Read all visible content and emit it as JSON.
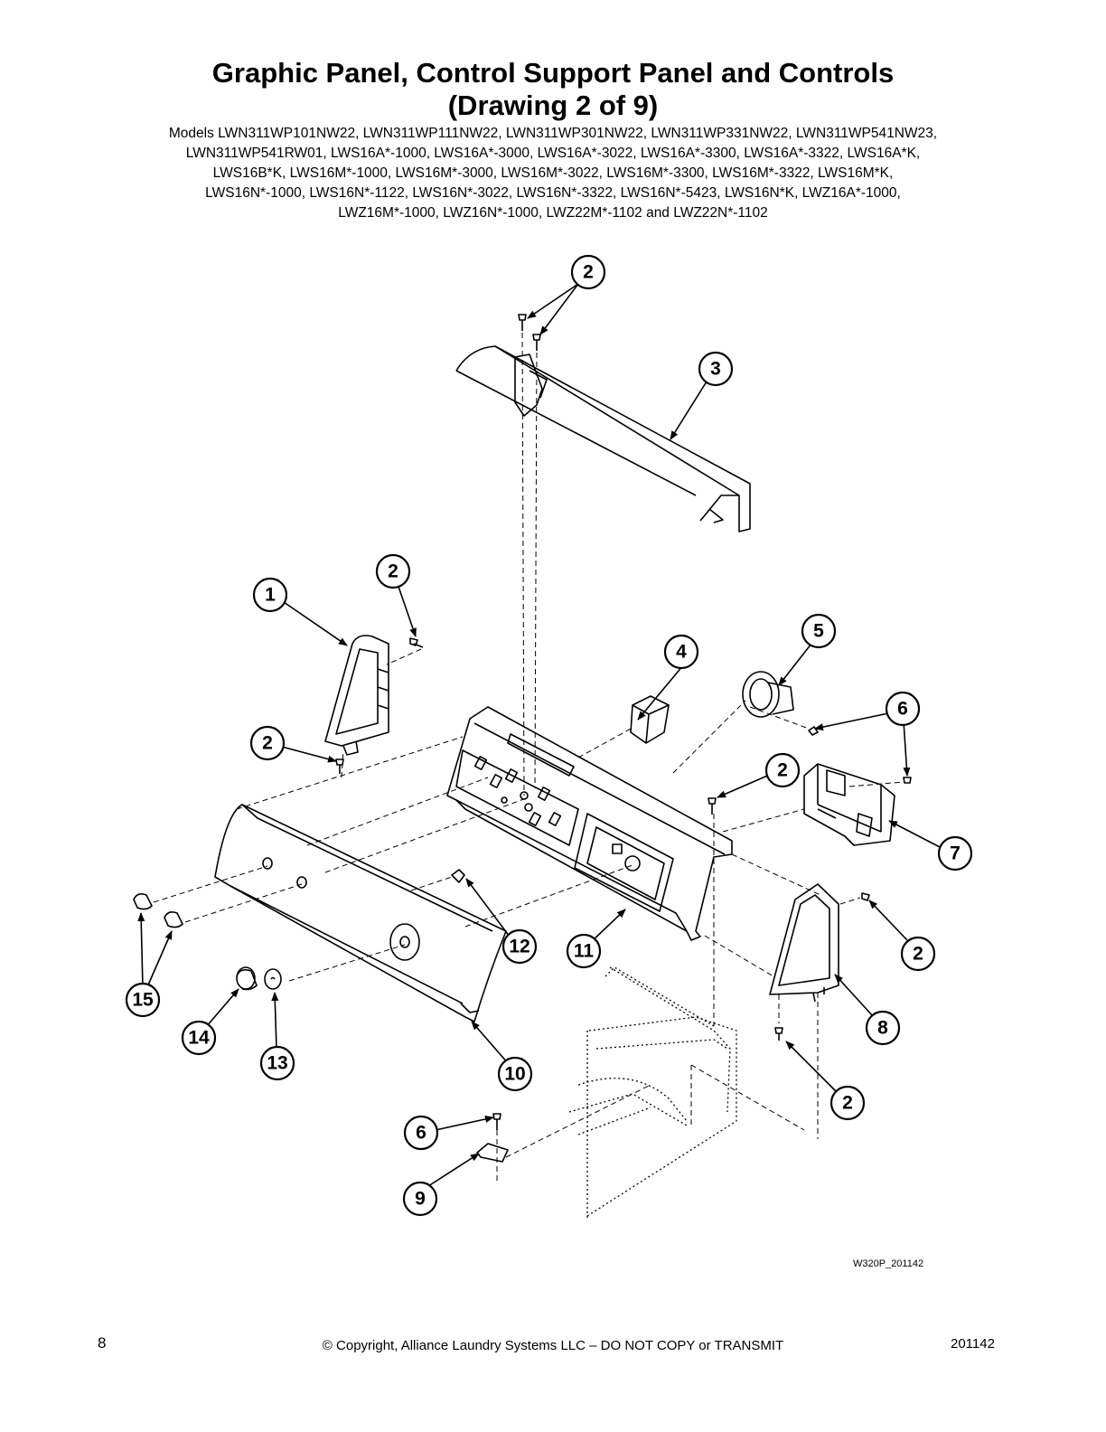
{
  "title_line1": "Graphic Panel, Control Support Panel and Controls",
  "title_line2": "(Drawing 2 of 9)",
  "models": [
    "Models LWN311WP101NW22, LWN311WP111NW22, LWN311WP301NW22, LWN311WP331NW22, LWN311WP541NW23,",
    "LWN311WP541RW01, LWS16A*-1000, LWS16A*-3000, LWS16A*-3022, LWS16A*-3300, LWS16A*-3322, LWS16A*K,",
    "LWS16B*K, LWS16M*-1000, LWS16M*-3000, LWS16M*-3022, LWS16M*-3300, LWS16M*-3322, LWS16M*K,",
    "LWS16N*-1000, LWS16N*-1122, LWS16N*-3022, LWS16N*-3322, LWS16N*-5423, LWS16N*K, LWZ16A*-1000,",
    "LWZ16M*-1000, LWZ16N*-1000, LWZ22M*-1102 and LWZ22N*-1102"
  ],
  "callouts": [
    "2",
    "3",
    "1",
    "2",
    "2",
    "4",
    "5",
    "6",
    "2",
    "7",
    "12",
    "11",
    "2",
    "15",
    "14",
    "13",
    "10",
    "8",
    "2",
    "6",
    "9"
  ],
  "drawing_id": "W320P_201142",
  "page_number": "8",
  "copyright": "© Copyright, Alliance Laundry Systems LLC – DO NOT COPY or TRANSMIT",
  "doc_code": "201142"
}
